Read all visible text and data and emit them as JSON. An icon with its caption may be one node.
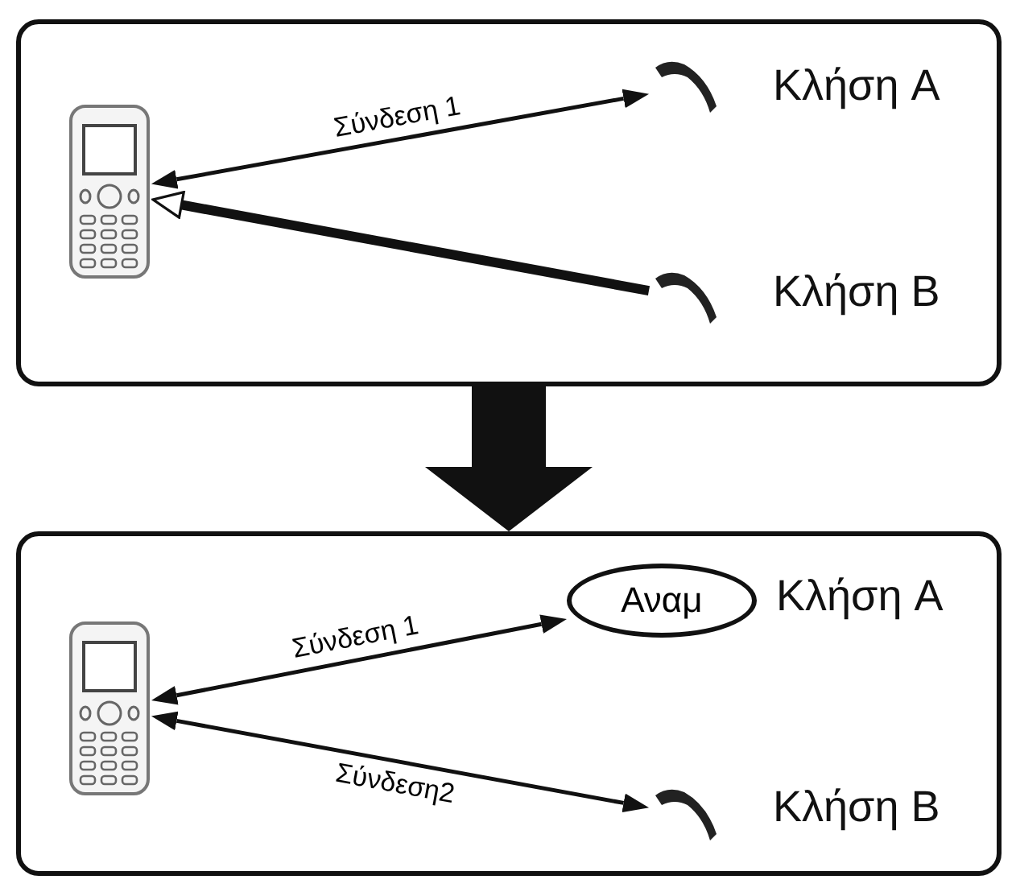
{
  "diagram": {
    "nodes": [
      {
        "text": [],
        "shape": "box"
      },
      {
        "text": [],
        "shape": "picture",
        "in": 0
      },
      {
        "text": [],
        "shape": "picture",
        "in": 0,
        "beside": [
          "Κλήση A"
        ]
      },
      {
        "text": [],
        "shape": "picture",
        "in": 0,
        "beside": [
          "Κλήση B"
        ]
      },
      {
        "text": [],
        "shape": "box"
      },
      {
        "text": [],
        "shape": "picture",
        "in": 4
      },
      {
        "text": [
          "Αναμ"
        ],
        "in": 4,
        "beside": [
          "Κλήση A"
        ]
      },
      {
        "text": [],
        "shape": "picture",
        "in": 4,
        "beside": [
          "Κλήση B"
        ]
      }
    ],
    "edges": [
      {
        "from": 1,
        "to": 2,
        "arrow": "both",
        "label": "Σύνδεση 1"
      },
      {
        "from": 3,
        "to": 1,
        "arrow": "to",
        "style": "thick"
      },
      {
        "from": 0,
        "to": 4,
        "arrow": "to",
        "style": "thick"
      },
      {
        "from": 5,
        "to": 6,
        "arrow": "both",
        "label": "Σύνδεση 1"
      },
      {
        "from": 5,
        "to": 7,
        "arrow": "both",
        "label": "Σύνδεση2"
      }
    ]
  }
}
